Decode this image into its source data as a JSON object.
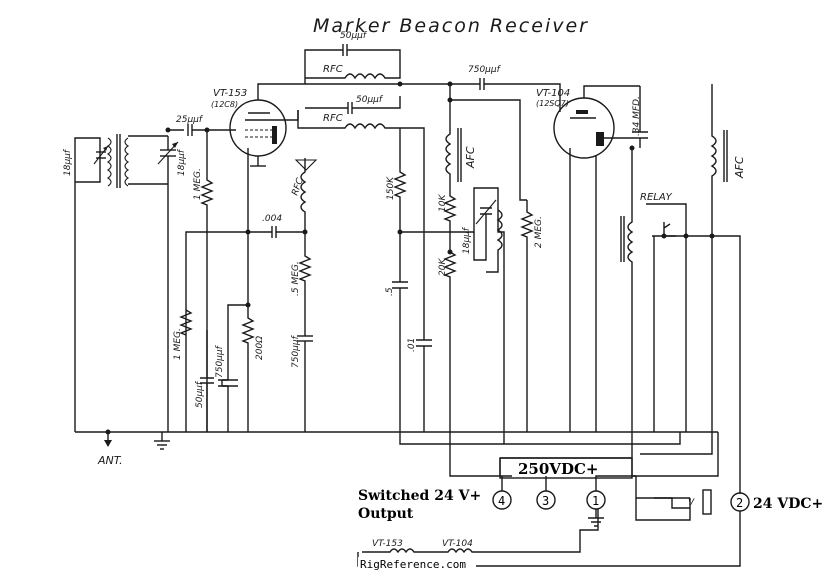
{
  "title": "Marker Beacon Receiver",
  "tubes": {
    "vt153": {
      "name": "VT-153",
      "type": "(12C8)"
    },
    "vt104": {
      "name": "VT-104",
      "type": "(12SQ7)"
    }
  },
  "components": {
    "c_top": "50µµf",
    "c_mid": "50µµf",
    "c_coup": "750µµf",
    "c_grid": "25µµf",
    "c_ant": "18µµf",
    "c_tune": "18µµf",
    "r_grid": "1 MEG.",
    "c_004": ".004",
    "r_150k": "150K",
    "r_10k": "10K",
    "r_20k": "20K",
    "c_trim": "18µµf",
    "r_2meg": "2 MEG.",
    "r_5meg": ".5 MEG.",
    "c_5": ".5",
    "c_01": ".01",
    "r_1meg_b": "1 MEG.",
    "c_50": "50µµf",
    "c_750a": "750µµf",
    "r_200": "200Ω",
    "c_750b": "750µµf",
    "c_34": ".34 MFD.",
    "rfc1": "RFC",
    "rfc2": "RFC",
    "rfc3": "RFC",
    "afc1": "AFC",
    "afc2": "AFC",
    "relay": "RELAY",
    "ant": "ANT."
  },
  "power": {
    "b_plus": "250VDC+",
    "switched_line1": "Switched 24 V+",
    "switched_line2": "Output",
    "v24": "24 VDC+",
    "pin4": "4",
    "pin3": "3",
    "pin1": "1",
    "pin2": "2",
    "v_label": "V"
  },
  "heater": {
    "t1": "VT-153",
    "t2": "VT-104"
  },
  "watermark": "RigReference.com"
}
